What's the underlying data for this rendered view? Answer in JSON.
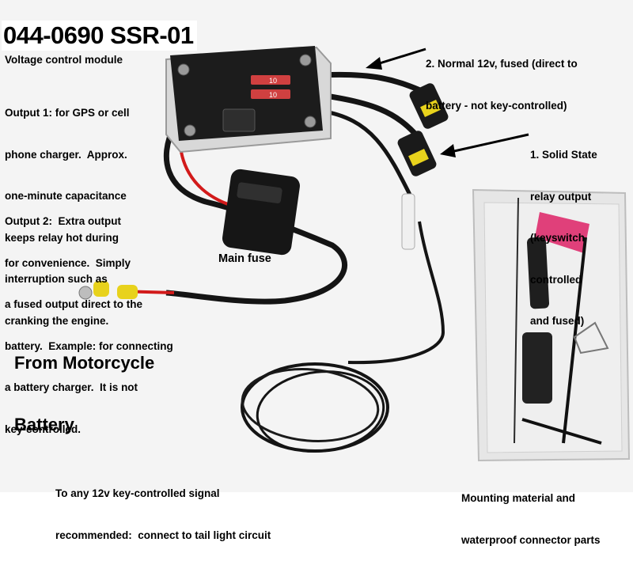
{
  "title": "044-0690 SSR-01",
  "subtitle": "Voltage control module",
  "output1": [
    "Output 1: for GPS or cell",
    "phone charger.  Approx.",
    "one-minute capacitance",
    "keeps relay hot during",
    "interruption such as",
    "cranking the engine."
  ],
  "output2": [
    "Output 2:  Extra output",
    "for convenience.  Simply",
    "a fused output direct to the",
    "battery.  Example: for connecting",
    "a battery charger.  It is not",
    "key-controlled."
  ],
  "main_fuse": "Main fuse",
  "from_battery": [
    "From Motorcycle",
    "Battery"
  ],
  "normal_12v": [
    "2. Normal 12v, fused (direct to",
    "battery - not key-controlled)"
  ],
  "solid_state": [
    "1. Solid State",
    "relay output",
    "(keyswitch",
    "controlled",
    "and fused)"
  ],
  "key_signal": [
    "To any 12v key-controlled signal",
    "recommended:  connect to tail light circuit"
  ],
  "mounting": [
    "Mounting material and",
    "waterproof connector parts"
  ],
  "fuse_labels": [
    "10",
    "10"
  ],
  "colors": {
    "module_case": "#d8d8d8",
    "module_lid": "#1c1c1c",
    "wire_black": "#141414",
    "wire_red": "#d21a1a",
    "connector_yellow": "#e8d21c",
    "bag": "#ececec",
    "tag_pink": "#e0407a"
  }
}
